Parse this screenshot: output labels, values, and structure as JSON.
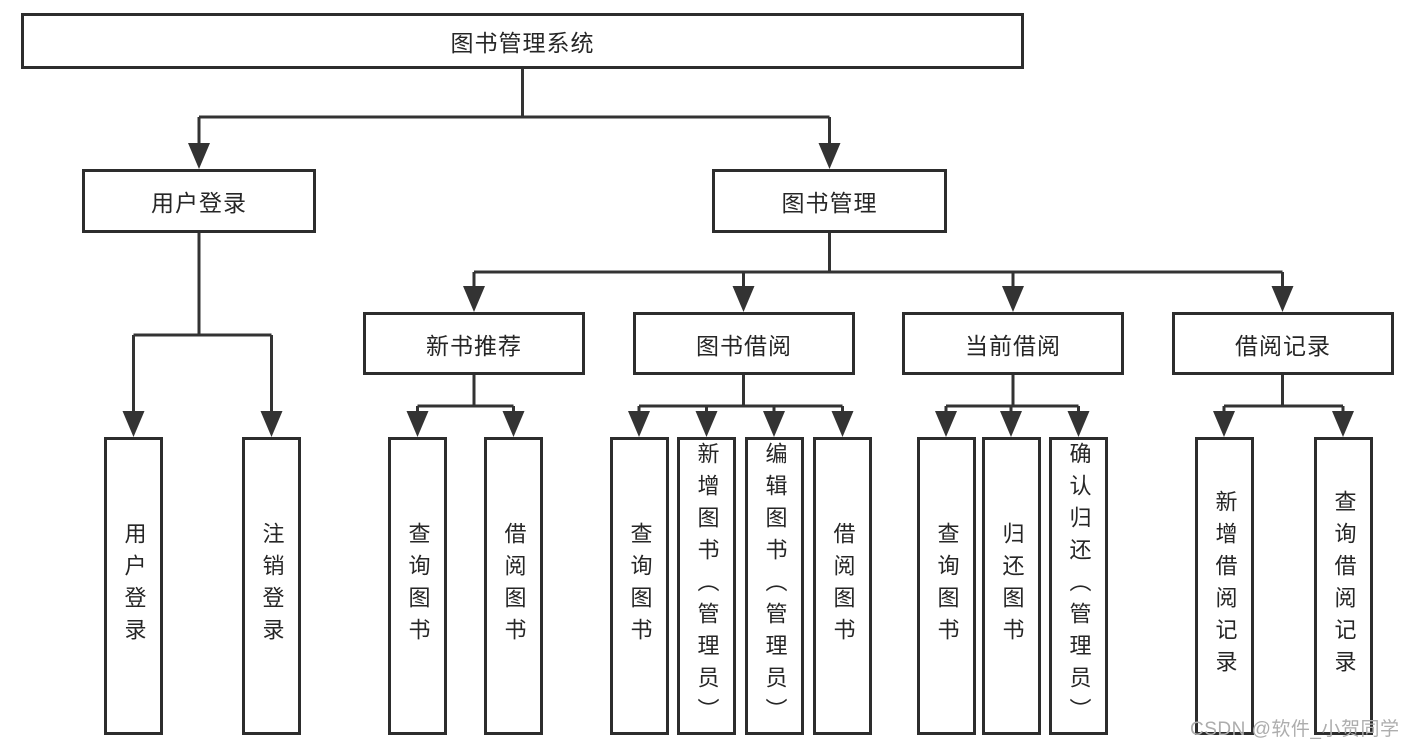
{
  "page": {
    "background": "#ffffff"
  },
  "diagram": {
    "root": {
      "label": "图书管理系统"
    },
    "level2": [
      {
        "label": "用户登录"
      },
      {
        "label": "图书管理"
      }
    ],
    "level3": [
      {
        "label": "新书推荐"
      },
      {
        "label": "图书借阅"
      },
      {
        "label": "当前借阅"
      },
      {
        "label": "借阅记录"
      }
    ],
    "leaves": {
      "user_login": [
        {
          "label": "用户登录"
        },
        {
          "label": "注销登录"
        }
      ],
      "new_book_recommend": [
        {
          "label": "查询图书"
        },
        {
          "label": "借阅图书"
        }
      ],
      "book_borrowing": [
        {
          "label": "查询图书"
        },
        {
          "label": "新增图书（管理员）"
        },
        {
          "label": "编辑图书（管理员）"
        },
        {
          "label": "借阅图书"
        }
      ],
      "current_borrowing": [
        {
          "label": "查询图书"
        },
        {
          "label": "归还图书"
        },
        {
          "label": "确认归还（管理员）"
        }
      ],
      "borrowing_records": [
        {
          "label": "新增借阅记录"
        },
        {
          "label": "查询借阅记录"
        }
      ]
    },
    "colors": {
      "line": "#333333",
      "box_border": "#2d2d2d",
      "box_fill": "#ffffff",
      "text": "#262626"
    }
  },
  "watermark": {
    "text": "CSDN @软件_小贺同学",
    "color": "#adadad"
  }
}
